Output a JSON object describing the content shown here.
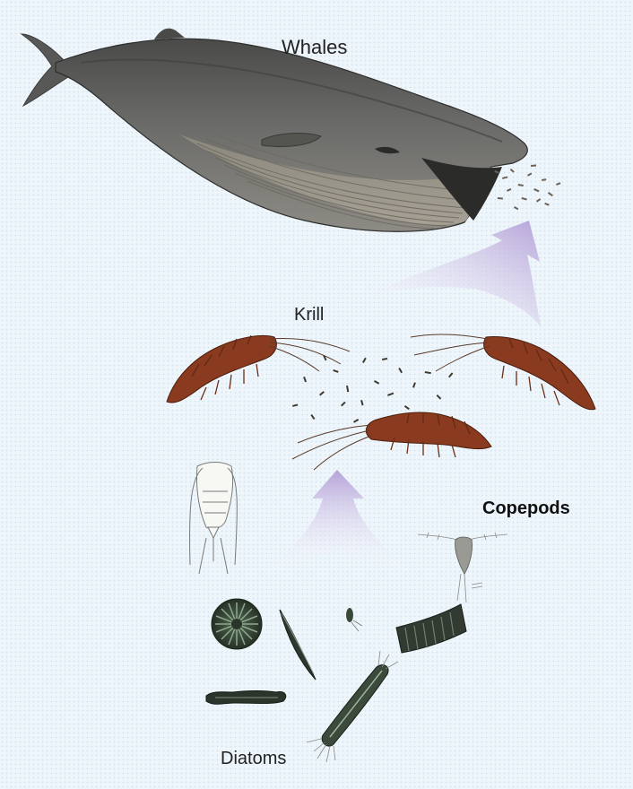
{
  "labels": {
    "whales": "Whales",
    "krill": "Krill",
    "copepods": "Copepods",
    "diatoms": "Diatoms"
  },
  "colors": {
    "background": "#eef6fb",
    "arrow": "#b8a6d8",
    "whale": "#5f5f5d",
    "krill": "#8a3a1e",
    "diatom": "#2f3a30"
  }
}
